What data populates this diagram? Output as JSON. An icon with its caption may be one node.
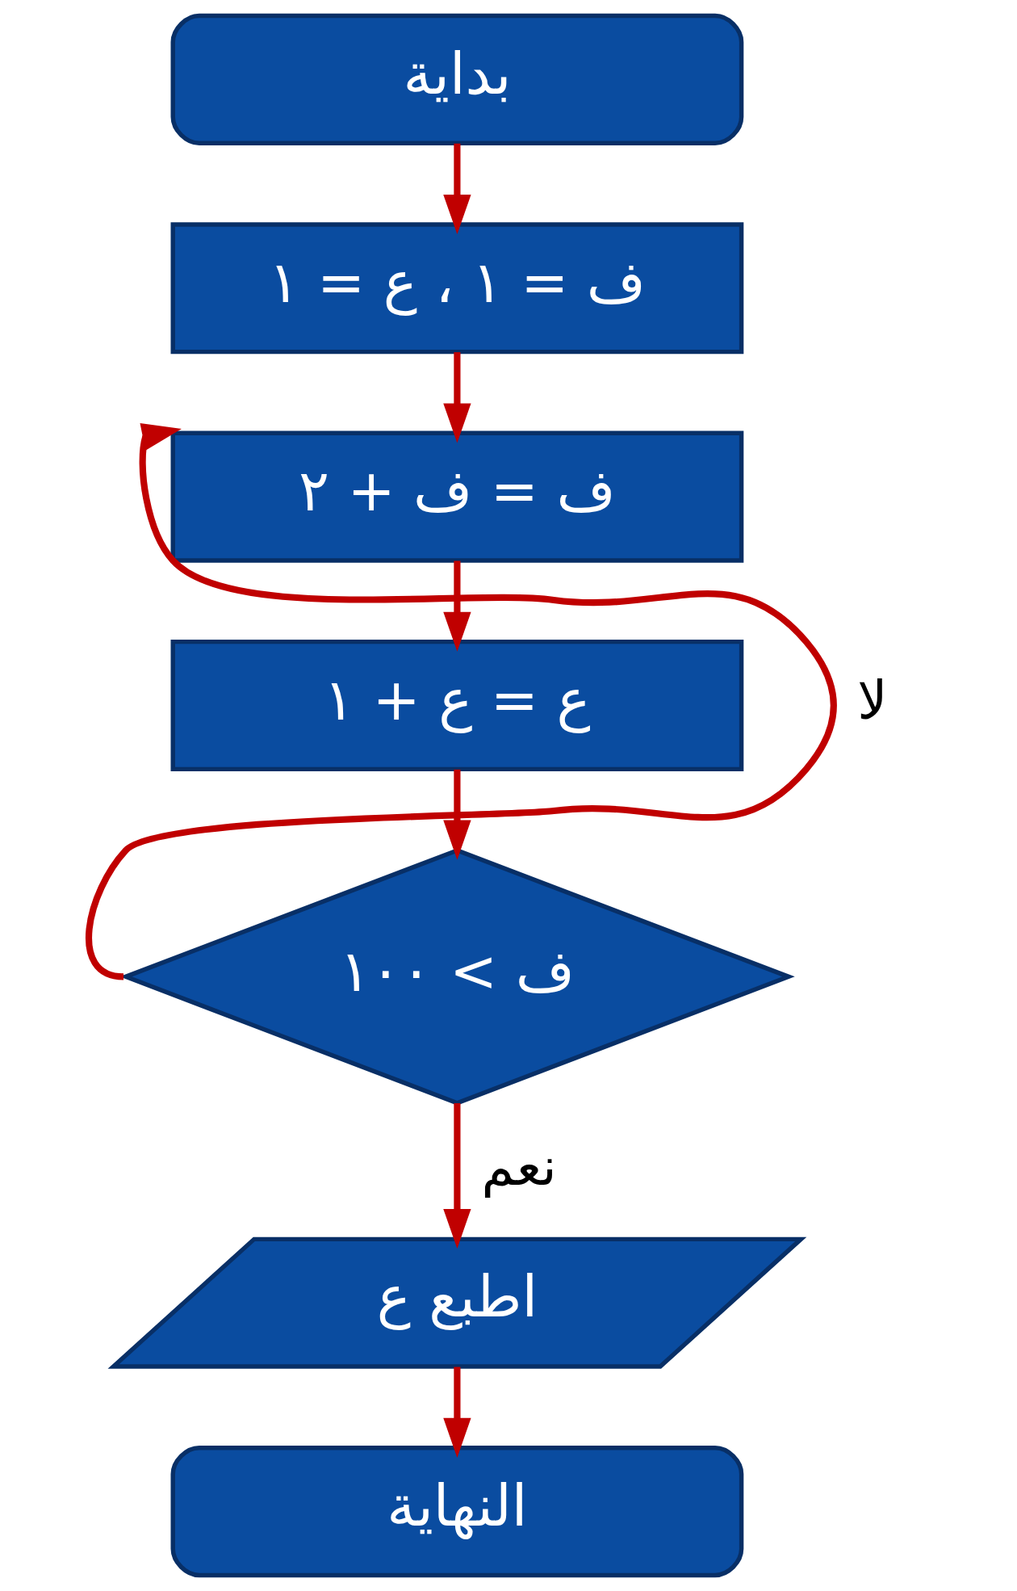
{
  "diagram": {
    "nodes": [
      {
        "text": [
          "بداية"
        ]
      },
      {
        "text": [
          "ف = ١ ، ع = ١"
        ]
      },
      {
        "text": [
          "ف = ف + ٢"
        ]
      },
      {
        "text": [
          "ع = ع + ١"
        ]
      },
      {
        "text": [
          "ف > ١٠٠"
        ]
      },
      {
        "text": [
          "اطبع ع"
        ]
      },
      {
        "text": [
          "النهاية"
        ]
      }
    ],
    "edges": [
      {
        "from": 0,
        "to": 1,
        "arrow": "to"
      },
      {
        "from": 1,
        "to": 2,
        "arrow": "to"
      },
      {
        "from": 2,
        "to": 3,
        "arrow": "to"
      },
      {
        "from": 3,
        "to": 4,
        "arrow": "to"
      },
      {
        "from": 4,
        "to": 5,
        "arrow": "to",
        "label": "نعم"
      },
      {
        "from": 5,
        "to": 6,
        "arrow": "to"
      },
      {
        "from": 4,
        "to": 2,
        "arrow": "to",
        "label": "لا"
      }
    ]
  }
}
